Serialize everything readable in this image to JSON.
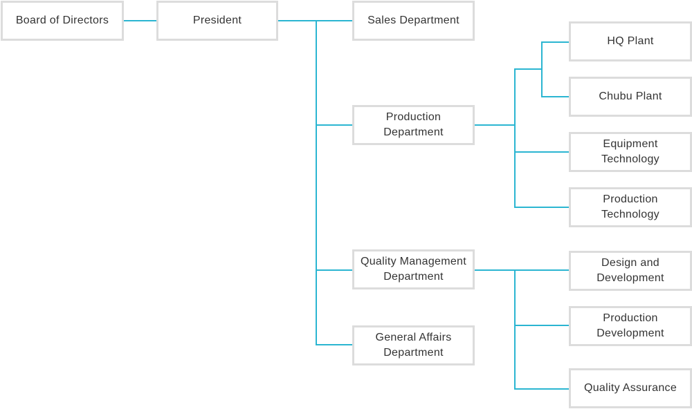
{
  "org_chart": {
    "board": "Board of Directors",
    "president": "President",
    "departments": {
      "sales": "Sales Department",
      "production": "Production\nDepartment",
      "quality": "Quality Management\nDepartment",
      "general": "General Affairs\nDepartment"
    },
    "production_units": {
      "hq_plant": "HQ Plant",
      "chubu_plant": "Chubu Plant",
      "equipment_tech": "Equipment\nTechnology",
      "production_tech": "Production\nTechnology"
    },
    "quality_units": {
      "design_dev": "Design and\nDevelopment",
      "production_dev": "Production\nDevelopment",
      "quality_assurance": "Quality Assurance"
    }
  },
  "colors": {
    "connector": "#2ab5d1",
    "box_border": "#dcdcdc",
    "text": "#333333"
  }
}
